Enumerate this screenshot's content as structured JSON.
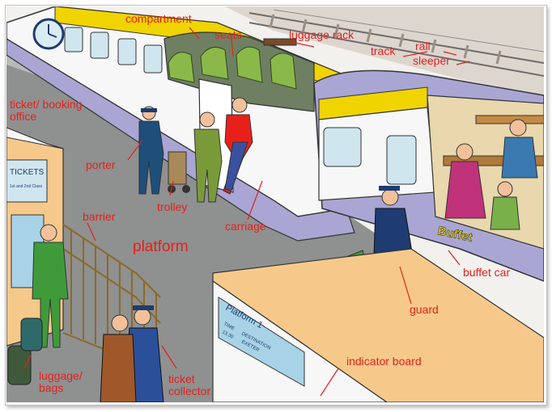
{
  "colors": {
    "label": "#e8201a",
    "platform": "#8f9090",
    "train_body": "#a9a6d4",
    "train_stripe": "#f0d400",
    "seat": "#8ab94a",
    "booth": "#f6c98b"
  },
  "labels": {
    "compartment": "compartment",
    "seats": "seats",
    "luggage_rack": "luggage rack",
    "track": "track",
    "rail": "rail",
    "sleeper": "sleeper",
    "ticket_office": "ticket/ booking office",
    "porter": "porter",
    "trolley": "trolley",
    "carriage": "carriage",
    "barrier": "barrier",
    "platform": "platform",
    "guard": "guard",
    "buffet_car": "buffet car",
    "indicator_board": "indicator board",
    "luggage_bags": "luggage/ bags",
    "ticket_collector": "ticket collector"
  },
  "signs": {
    "tickets": "TICKETS",
    "tickets_sub": "1st and 2nd Class",
    "buffet": "Buffet",
    "platform_1": "Platform 1",
    "board_time": "TIME",
    "board_destination": "DESTINATION",
    "board_row_time": "13.30",
    "board_row_dest": "EXETER"
  }
}
